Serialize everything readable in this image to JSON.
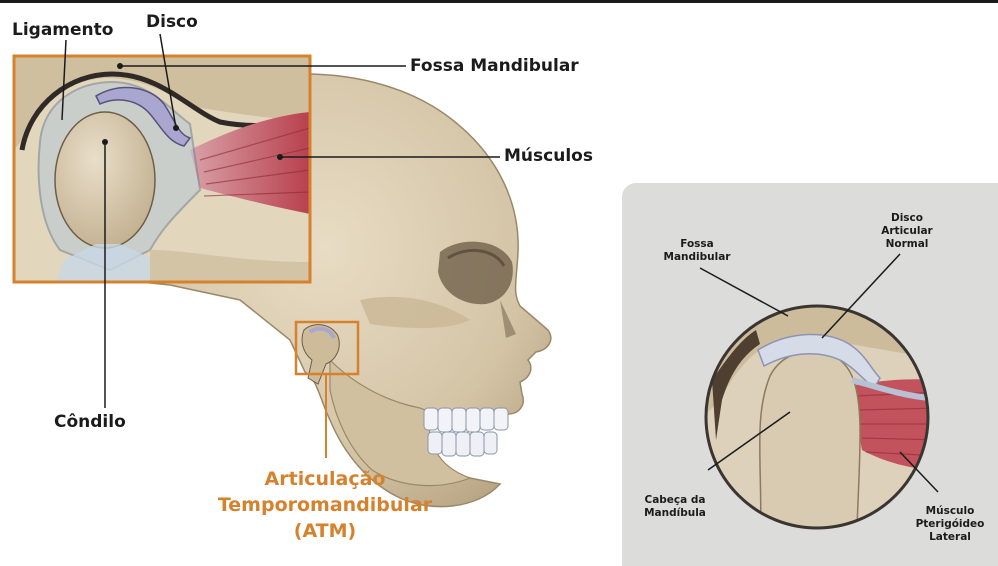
{
  "left_figure": {
    "labels": {
      "ligamento": "Ligamento",
      "disco": "Disco",
      "fossa_mandibular": "Fossa Mandibular",
      "musculos": "Músculos",
      "condilo": "Côndilo"
    },
    "atm_caption": {
      "line1": "Articulação",
      "line2": "Temporomandibular",
      "line3": "(ATM)"
    }
  },
  "right_figure": {
    "labels": {
      "fossa_line1": "Fossa",
      "fossa_line2": "Mandibular",
      "disco_line1": "Disco",
      "disco_line2": "Articular",
      "disco_line3": "Normal",
      "cabeca_line1": "Cabeça da",
      "cabeca_line2": "Mandíbula",
      "musculo_line1": "Músculo",
      "musculo_line2": "Pterigóideo",
      "musculo_line3": "Lateral"
    }
  },
  "colors": {
    "accent_orange": "#d6812c",
    "bone": "#d9cbb0",
    "muscle": "#c2525c",
    "disc": "#a9a6cf",
    "panel_bg": "#dcdcda"
  }
}
